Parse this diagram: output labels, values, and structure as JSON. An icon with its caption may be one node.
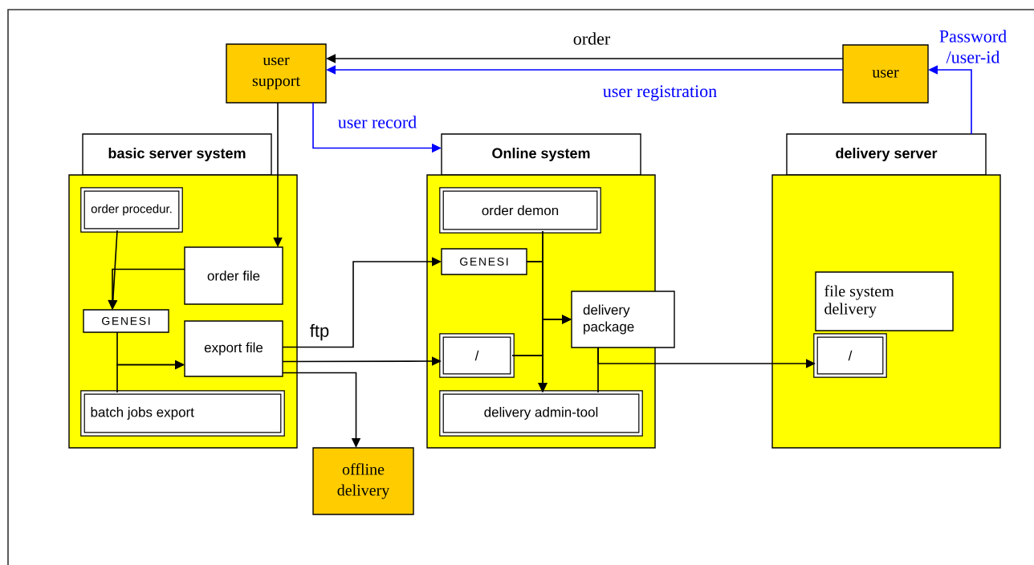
{
  "diagram": {
    "nodes": [
      {
        "text": [
          "user support"
        ]
      },
      {
        "text": [
          "user"
        ]
      },
      {
        "text": [
          "basic server system"
        ]
      },
      {
        "text": [],
        "shape": "box"
      },
      {
        "text": [
          "order procedur."
        ],
        "in": 3
      },
      {
        "text": [
          "order file"
        ],
        "in": 3
      },
      {
        "text": [
          "GENESI"
        ],
        "in": 3
      },
      {
        "text": [
          "export file"
        ],
        "in": 3
      },
      {
        "text": [
          "batch jobs export"
        ],
        "in": 3
      },
      {
        "text": [
          "offline delivery"
        ]
      },
      {
        "text": [
          "Online system"
        ]
      },
      {
        "text": [],
        "shape": "box"
      },
      {
        "text": [
          "order demon"
        ],
        "in": 11
      },
      {
        "text": [
          "GENESI"
        ],
        "in": 11
      },
      {
        "text": [
          "/"
        ],
        "in": 11
      },
      {
        "text": [
          "delivery package"
        ]
      },
      {
        "text": [
          "delivery admin-tool"
        ],
        "in": 11
      },
      {
        "text": [
          "delivery server"
        ]
      },
      {
        "text": [],
        "shape": "box"
      },
      {
        "text": [
          "file system delivery"
        ],
        "in": 18
      },
      {
        "text": [
          "/"
        ],
        "in": 18
      }
    ],
    "edges": [
      {
        "from": 1,
        "to": 0,
        "arrow": "to",
        "label": "order"
      },
      {
        "from": 1,
        "to": 0,
        "arrow": "to",
        "label": "user registration",
        "color": "#0000ff"
      },
      {
        "from": 17,
        "to": 1,
        "arrow": "to",
        "label": "Password /user-id",
        "color": "#0000ff"
      },
      {
        "from": 0,
        "to": 10,
        "arrow": "to",
        "label": "user record",
        "color": "#0000ff"
      },
      {
        "from": 0,
        "to": 5,
        "arrow": "to"
      },
      {
        "from": 4,
        "to": 6,
        "arrow": "to"
      },
      {
        "from": 5,
        "to": 6,
        "arrow": "to"
      },
      {
        "from": 6,
        "to": 7,
        "arrow": "to"
      },
      {
        "from": 8,
        "to": 7,
        "arrow": "to"
      },
      {
        "from": 7,
        "to": 13,
        "arrow": "to",
        "label": "ftp"
      },
      {
        "from": 7,
        "to": 14,
        "arrow": "to"
      },
      {
        "from": 7,
        "to": 9,
        "arrow": "to"
      },
      {
        "from": 12,
        "to": 16,
        "arrow": "to"
      },
      {
        "from": 12,
        "to": 15,
        "arrow": "to"
      },
      {
        "from": 13,
        "to": 16,
        "arrow": "to"
      },
      {
        "from": 13,
        "to": 15,
        "arrow": "to"
      },
      {
        "from": 14,
        "to": 16,
        "arrow": "to"
      },
      {
        "from": 14,
        "to": 15,
        "arrow": "to"
      },
      {
        "from": 15,
        "to": 20,
        "arrow": "to"
      },
      {
        "from": 15,
        "to": 16,
        "arrow": "none"
      }
    ]
  }
}
